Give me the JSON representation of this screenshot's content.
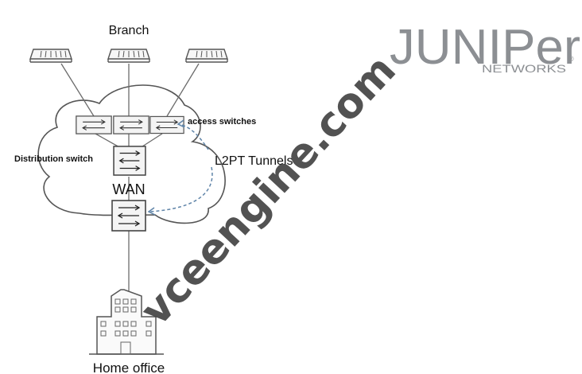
{
  "diagram": {
    "branch_label": "Branch",
    "access_switches_label": "access switches",
    "distribution_switch_label": "Distribution switch",
    "tunnels_label": "L2PT Tunnels",
    "wan_label": "WAN",
    "home_office_label": "Home office"
  },
  "logo": {
    "brand": "JUNIPer",
    "sub": "NETWORKS",
    "mark": "®"
  },
  "watermark": {
    "text": "vceengine.com"
  },
  "colors": {
    "line": "#6b6b6b",
    "tunnel": "#5f84a8",
    "logo": "#8c8f93",
    "watermark": "#3f3f3f"
  }
}
